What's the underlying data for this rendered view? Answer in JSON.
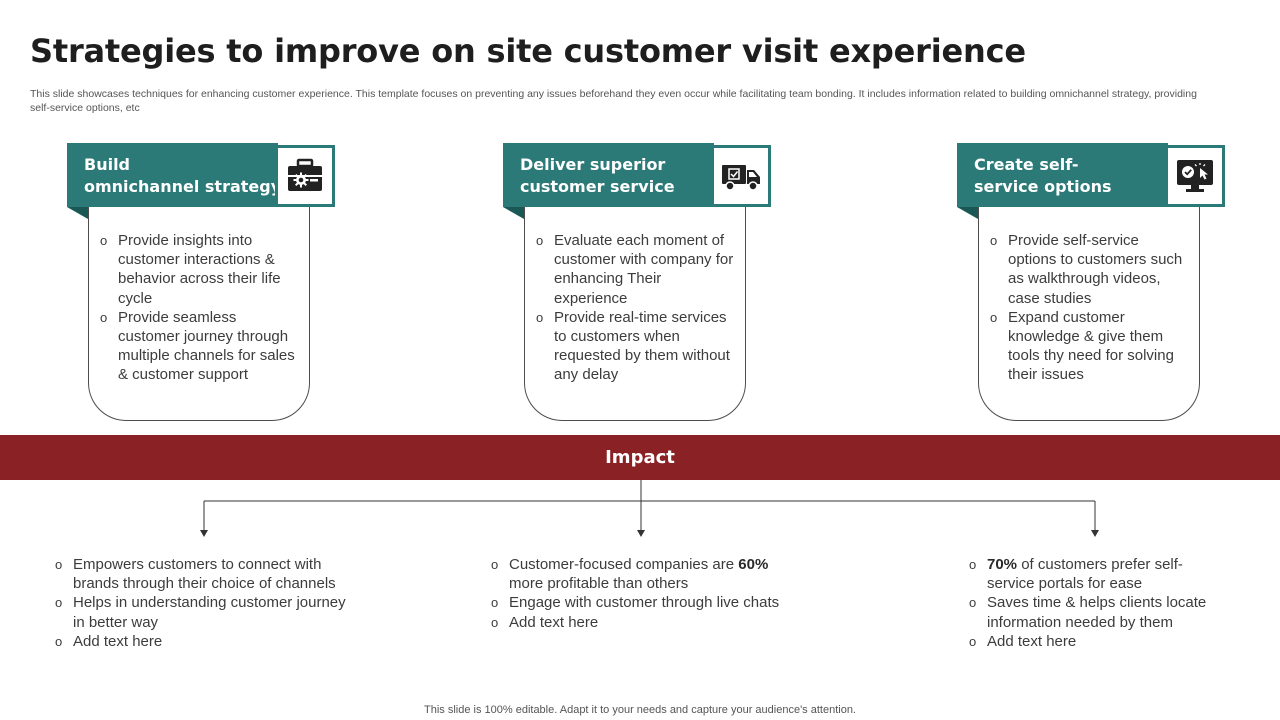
{
  "title": "Strategies to improve on site customer visit experience",
  "subtitle": "This slide showcases techniques for enhancing customer experience. This template focuses on preventing any issues beforehand they even occur while facilitating team bonding. It includes information related to building omnichannel strategy, providing self-service options, etc",
  "colors": {
    "teal": "#2c7a78",
    "teal_dark": "#1a5856",
    "red": "#8a2124"
  },
  "cards": [
    {
      "title_lines": [
        "Build",
        "omnichannel strategy"
      ],
      "icon": "toolbox-gear-icon",
      "bullets": [
        "Provide insights into customer interactions & behavior across their life cycle",
        "Provide seamless customer journey through multiple channels for sales & customer support"
      ]
    },
    {
      "title_lines": [
        "Deliver superior",
        "customer service"
      ],
      "icon": "delivery-truck-icon",
      "bullets": [
        "Evaluate each moment of customer with company for enhancing Their experience",
        "Provide real-time services to customers when requested by them without any delay"
      ]
    },
    {
      "title_lines": [
        "Create self-",
        "service options"
      ],
      "icon": "self-service-monitor-icon",
      "bullets": [
        "Provide self-service options to customers such as walkthrough videos, case studies",
        "Expand customer knowledge & give them tools thy need for solving their issues"
      ]
    }
  ],
  "impact": {
    "label": "Impact",
    "columns": [
      {
        "items": [
          {
            "pre": "Empowers customers to connect with brands through their choice of channels",
            "bold": "",
            "post": ""
          },
          {
            "pre": "Helps in understanding customer journey in better way",
            "bold": "",
            "post": ""
          },
          {
            "pre": "Add text here",
            "bold": "",
            "post": ""
          }
        ]
      },
      {
        "items": [
          {
            "pre": "Customer-focused companies are ",
            "bold": "60%",
            "post": " more profitable than others"
          },
          {
            "pre": "Engage with customer through live chats",
            "bold": "",
            "post": ""
          },
          {
            "pre": "Add text here",
            "bold": "",
            "post": ""
          }
        ]
      },
      {
        "items": [
          {
            "pre": "",
            "bold": "70%",
            "post": " of customers prefer self-service portals for ease"
          },
          {
            "pre": "Saves time & helps clients locate information needed by them",
            "bold": "",
            "post": ""
          },
          {
            "pre": "Add text here",
            "bold": "",
            "post": ""
          }
        ]
      }
    ]
  },
  "footer": "This slide is 100% editable. Adapt it to your needs and capture your audience's attention."
}
